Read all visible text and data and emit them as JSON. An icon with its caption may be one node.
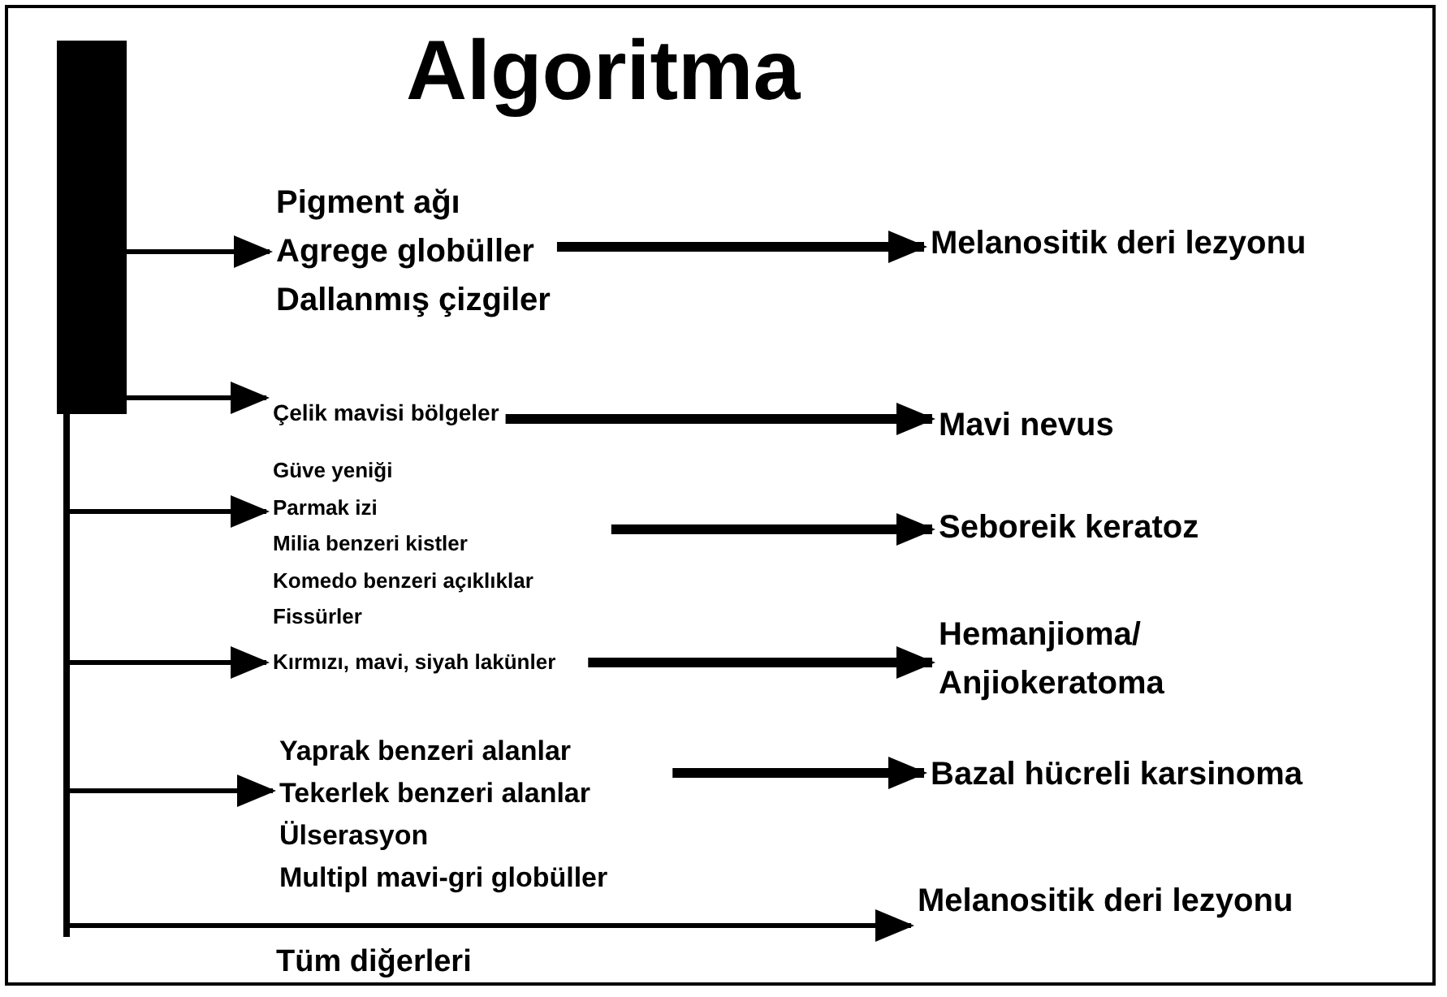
{
  "diagram": {
    "title": "Algoritma",
    "nodes": [
      {
        "text": [],
        "shape": "bar"
      },
      {
        "text": [
          "Pigment ağı",
          "Agrege globüller",
          "Dallanmış çizgiler"
        ]
      },
      {
        "text": [
          "Melanositik deri lezyonu"
        ]
      },
      {
        "text": [
          "Çelik mavisi bölgeler"
        ]
      },
      {
        "text": [
          "Mavi nevus"
        ]
      },
      {
        "text": [
          "Güve yeniği",
          "Parmak izi",
          "Milia benzeri kistler",
          "Komedo benzeri açıklıklar",
          "Fissürler"
        ]
      },
      {
        "text": [
          "Seboreik keratoz"
        ]
      },
      {
        "text": [
          "Kırmızı, mavi, siyah lakünler"
        ]
      },
      {
        "text": [
          "Hemanjioma/ Anjiokeratoma"
        ]
      },
      {
        "text": [
          "Yaprak benzeri alanlar",
          "Tekerlek benzeri alanlar",
          "Ülserasyon",
          "Multipl mavi-gri globüller"
        ]
      },
      {
        "text": [
          "Bazal hücreli karsinoma"
        ]
      },
      {
        "text": [
          "Melanositik deri lezyonu"
        ]
      }
    ],
    "edges": [
      {
        "from": 0,
        "to": 1,
        "arrow": "to"
      },
      {
        "from": 1,
        "to": 2,
        "arrow": "to",
        "style": "thick"
      },
      {
        "from": 0,
        "to": 3,
        "arrow": "to"
      },
      {
        "from": 3,
        "to": 4,
        "arrow": "to",
        "style": "thick"
      },
      {
        "from": 0,
        "to": 5,
        "arrow": "to"
      },
      {
        "from": 5,
        "to": 6,
        "arrow": "to",
        "style": "thick"
      },
      {
        "from": 0,
        "to": 7,
        "arrow": "to"
      },
      {
        "from": 7,
        "to": 8,
        "arrow": "to",
        "style": "thick"
      },
      {
        "from": 0,
        "to": 9,
        "arrow": "to"
      },
      {
        "from": 9,
        "to": 10,
        "arrow": "to",
        "style": "thick"
      },
      {
        "from": 0,
        "to": 11,
        "arrow": "to",
        "label": "Tüm diğerleri"
      }
    ]
  }
}
